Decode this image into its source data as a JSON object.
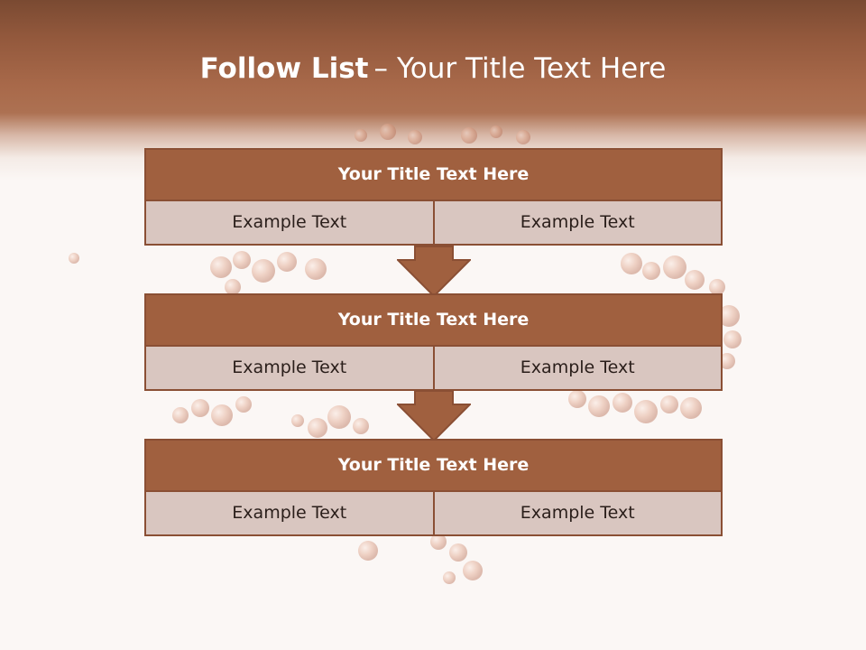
{
  "slide": {
    "title_bold": "Follow List",
    "title_separator": "–",
    "title_rest": "Your Title Text Here"
  },
  "blocks": [
    {
      "title": "Your Title Text Here",
      "left": "Example Text",
      "right": "Example Text"
    },
    {
      "title": "Your Title Text Here",
      "left": "Example Text",
      "right": "Example Text"
    },
    {
      "title": "Your Title Text Here",
      "left": "Example Text",
      "right": "Example Text"
    }
  ],
  "colors": {
    "header": "#a8694a",
    "block_title": "#a0603f",
    "block_body": "#d9c6c0",
    "border": "#8a4f34"
  }
}
